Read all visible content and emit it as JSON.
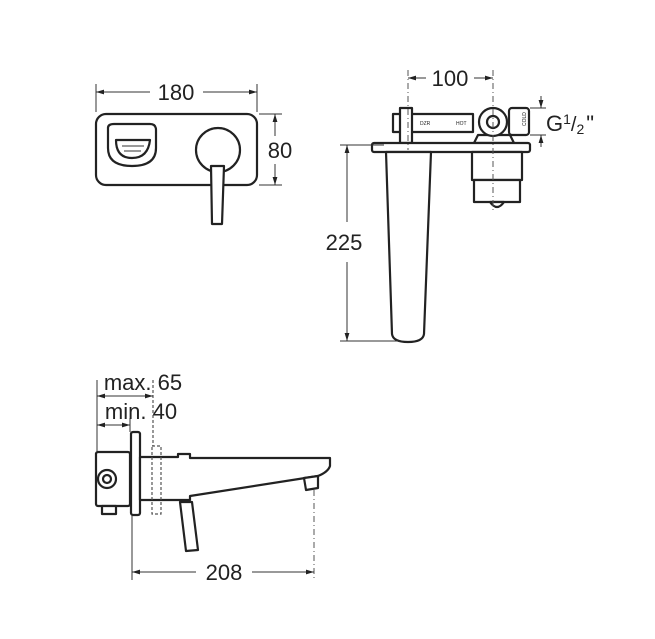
{
  "front_view": {
    "width_label": "180",
    "height_label": "80"
  },
  "side_view": {
    "offset_label": "100",
    "depth_label": "225",
    "thread_label": {
      "prefix": "G",
      "numerator": "1",
      "slash": "/",
      "denominator": "2",
      "suffix": "\""
    },
    "markings": {
      "dzr": "DZR",
      "hot": "HOT",
      "cold": "COLD"
    }
  },
  "top_view": {
    "max_label": "max. 65",
    "min_label": "min. 40",
    "projection_label": "208"
  }
}
